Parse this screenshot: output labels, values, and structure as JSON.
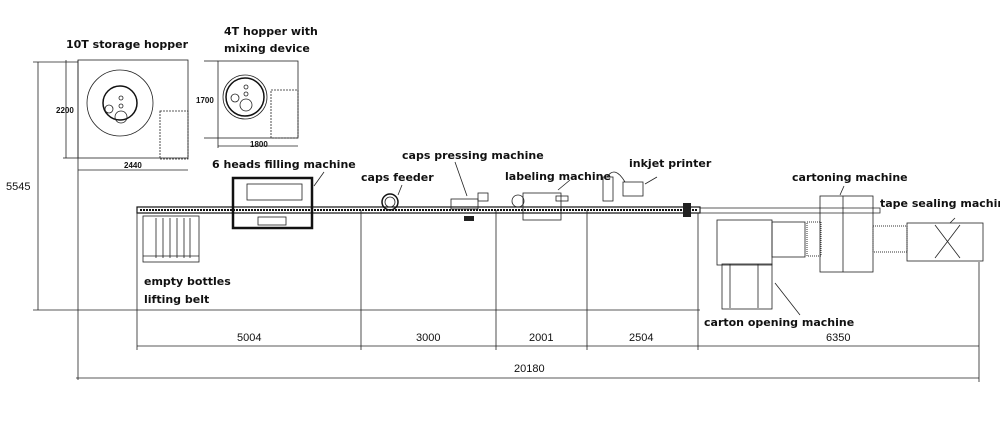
{
  "labels": {
    "storage_hopper": "10T storage hopper",
    "mixing_hopper_1": "4T hopper with",
    "mixing_hopper_2": "mixing device",
    "filling_machine": "6 heads filling machine",
    "caps_feeder": "caps feeder",
    "caps_pressing": "caps pressing machine",
    "labeling": "labeling machine",
    "inkjet": "inkjet printer",
    "cartoning": "cartoning machine",
    "tape_sealing": "tape sealing machine",
    "carton_opening": "carton opening machine",
    "lifting_belt_1": "empty bottles",
    "lifting_belt_2": "lifting belt"
  },
  "dimensions": {
    "total_height": "5545",
    "hopper1_height": "2200",
    "hopper1_width": "2440",
    "hopper2_height": "1700",
    "hopper2_width": "1800",
    "segments": [
      "5004",
      "3000",
      "2001",
      "2504",
      "6350"
    ],
    "total_length": "20180"
  }
}
